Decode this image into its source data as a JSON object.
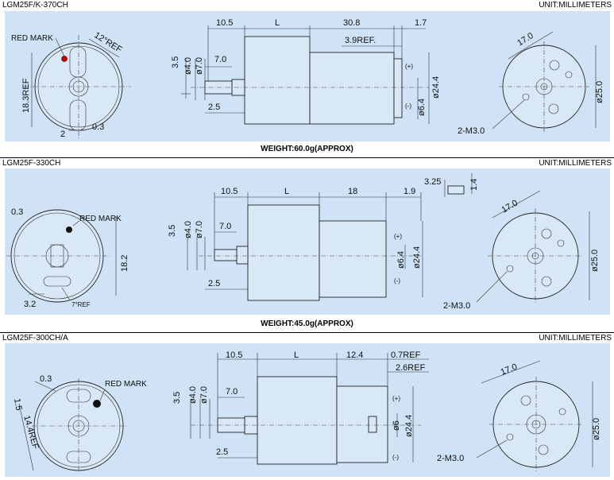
{
  "sections": [
    {
      "model": "LGM25F/K-370CH",
      "unit": "UNIT:MILLIMETERS",
      "weight": "WEIGHT:60.0g(APPROX)",
      "front": {
        "red_mark": "RED MARK",
        "angle": "12°REF",
        "side": "18.3REF",
        "gap": "0.3",
        "offset": "2"
      },
      "side": {
        "d1": "10.5",
        "d2": "L",
        "d3": "30.8",
        "d4": "1.7",
        "d5": "3.9REF.",
        "h1": "3.5",
        "h2": "ø4.0",
        "h3": "ø7.0",
        "w1": "7.0",
        "w2": "2.5",
        "dia1": "ø24.4",
        "dia2": "ø6.4",
        "plus": "(+)",
        "minus": "(-)"
      },
      "end": {
        "pcd": "17.0",
        "dia": "ø25.0",
        "screw": "2-M3.0"
      }
    },
    {
      "model": "LGM25F-330CH",
      "unit": "UNIT:MILLIMETERS",
      "weight": "WEIGHT:45.0g(APPROX)",
      "front": {
        "red_mark": "RED MARK",
        "gap": "0.3",
        "side": "18.2",
        "offset": "3.2",
        "angle": "7°REF"
      },
      "side": {
        "d1": "10.5",
        "d2": "L",
        "d3": "18",
        "d4": "1.9",
        "h1": "3.5",
        "h2": "ø4.0",
        "h3": "ø7.0",
        "w1": "7.0",
        "w2": "2.5",
        "dia1": "ø24.4",
        "dia2": "ø6.4",
        "plus": "(+)",
        "minus": "(-)",
        "t1": "3.25",
        "t2": "1.4"
      },
      "end": {
        "pcd": "17.0",
        "dia": "ø25.0",
        "screw": "2-M3.0"
      }
    },
    {
      "model": "LGM25F-300CH/A",
      "unit": "UNIT:MILLIMETERS",
      "front": {
        "red_mark": "RED MARK",
        "gap": "0.3",
        "side1": "1.5",
        "side2": "14.4REF"
      },
      "side": {
        "d1": "10.5",
        "d2": "L",
        "d3": "12.4",
        "d4": "0.7REF",
        "d5": "2.6REF",
        "h1": "3.5",
        "h2": "ø4.0",
        "h3": "ø7.0",
        "w1": "7.0",
        "w2": "2.5",
        "dia1": "ø24.4",
        "dia2": "ø6",
        "plus": "(+)",
        "minus": "(-)"
      },
      "end": {
        "pcd": "17.0",
        "dia": "ø25.0",
        "screw": "2-M3.0"
      }
    }
  ]
}
